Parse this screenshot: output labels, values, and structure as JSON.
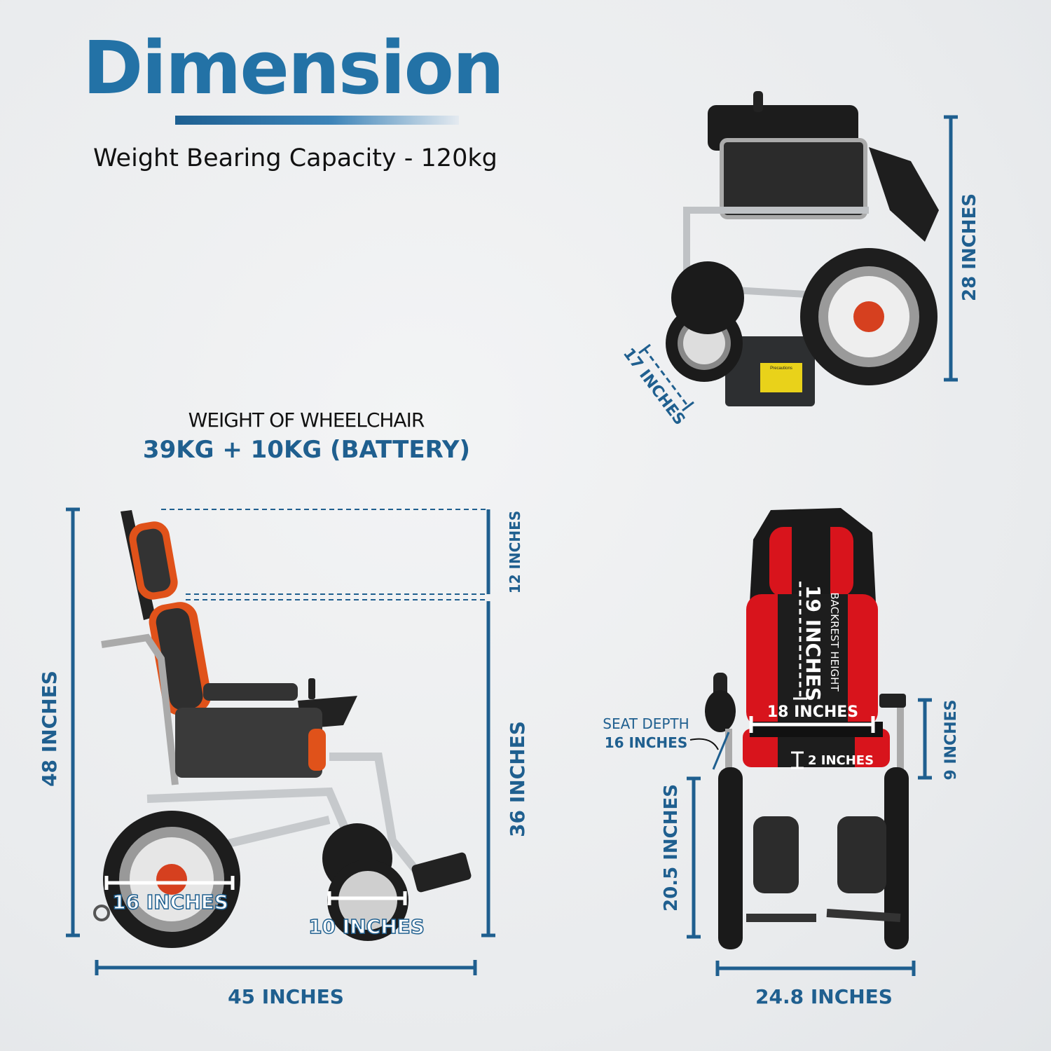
{
  "header": {
    "title": "Dimension",
    "subtitle": "Weight Bearing Capacity - 120kg"
  },
  "weight": {
    "label": "WEIGHT OF WHEELCHAIR",
    "value": "39KG + 10KG (BATTERY)"
  },
  "folded_view": {
    "height": "28 INCHES",
    "width": "17 INCHES",
    "battery_label": "Precautions"
  },
  "side_view": {
    "total_height": "48 INCHES",
    "headrest_extension": "12 INCHES",
    "seat_back_height": "36 INCHES",
    "length": "45 INCHES",
    "rear_wheel": "16 INCHES",
    "front_wheel": "10 INCHES"
  },
  "front_view": {
    "backrest_label": "BACKREST HEIGHT",
    "backrest_height": "19 INCHES",
    "seat_width": "18 INCHES",
    "seat_depth_label": "SEAT DEPTH",
    "seat_depth": "16 INCHES",
    "cushion": "2 INCHES",
    "armrest_height": "9 INCHES",
    "seat_height": "20.5 INCHES",
    "total_width": "24.8 INCHES"
  },
  "colors": {
    "accent": "#1f5f8f",
    "title": "#2372a6",
    "seat_red": "#d8141c",
    "seat_orange": "#e0521a"
  }
}
